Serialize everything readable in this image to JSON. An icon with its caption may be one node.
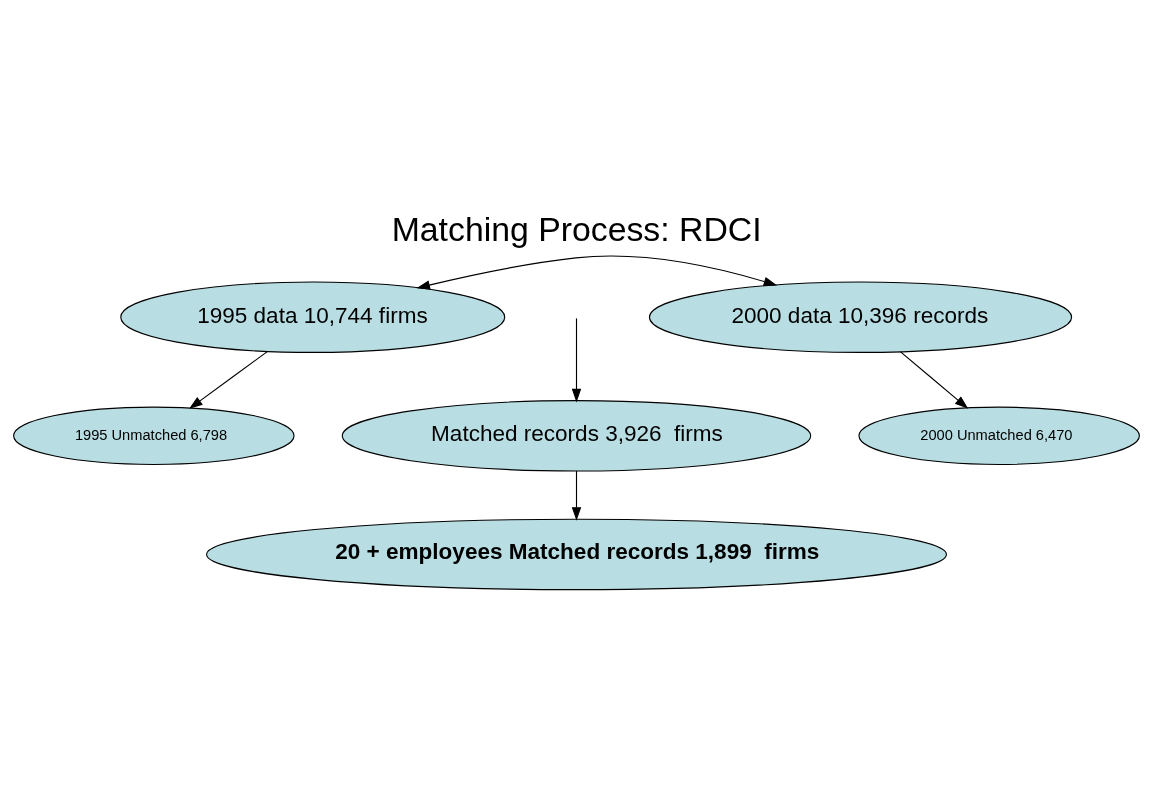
{
  "diagram": {
    "title": "Matching Process: RDCI",
    "nodes": [
      {
        "text": [
          "1995 data 10,744 firms"
        ]
      },
      {
        "text": [
          "2000 data 10,396 records"
        ]
      },
      {
        "text": [
          "Matched records 3,926  firms"
        ]
      },
      {
        "text": [
          "1995 Unmatched 6,798"
        ]
      },
      {
        "text": [
          "2000 Unmatched 6,470"
        ]
      },
      {
        "text": [
          "20 + employees Matched records 1,899  firms"
        ]
      }
    ],
    "edges": [
      {
        "from": 0,
        "to": 1,
        "arrow": "both"
      },
      {
        "from": null,
        "to": 2,
        "arrow": "to"
      },
      {
        "from": 0,
        "to": 3,
        "arrow": "to"
      },
      {
        "from": 1,
        "to": 4,
        "arrow": "to"
      },
      {
        "from": 2,
        "to": 5,
        "arrow": "to"
      }
    ]
  }
}
